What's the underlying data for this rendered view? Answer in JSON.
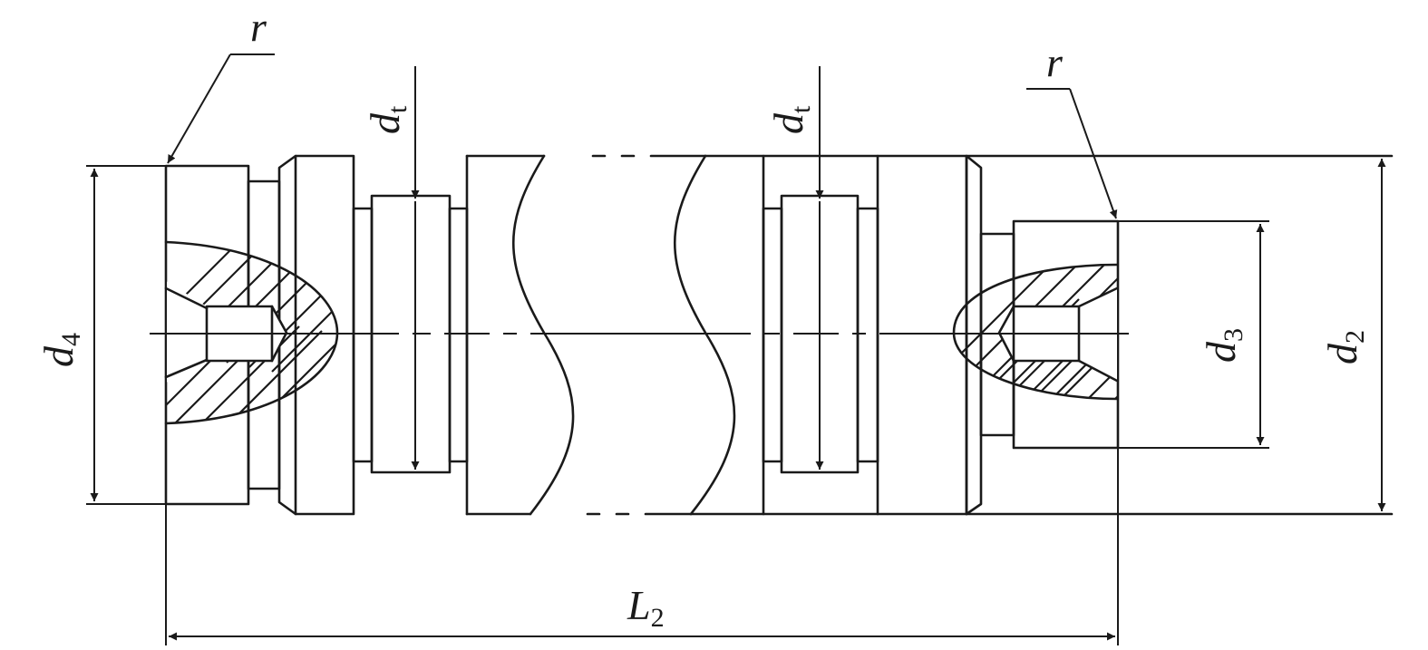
{
  "labels": {
    "radius_left": "r",
    "radius_right": "r",
    "dim_d4": {
      "main": "d",
      "sub": "4"
    },
    "dim_dt_left": {
      "main": "d",
      "sub": "t"
    },
    "dim_dt_right": {
      "main": "d",
      "sub": "t"
    },
    "dim_d3": {
      "main": "d",
      "sub": "3"
    },
    "dim_d2": {
      "main": "d",
      "sub": "2"
    },
    "dim_L2": {
      "main": "L",
      "sub": "2"
    }
  },
  "colors": {
    "stroke": "#1a1a1a",
    "background": "#ffffff"
  }
}
